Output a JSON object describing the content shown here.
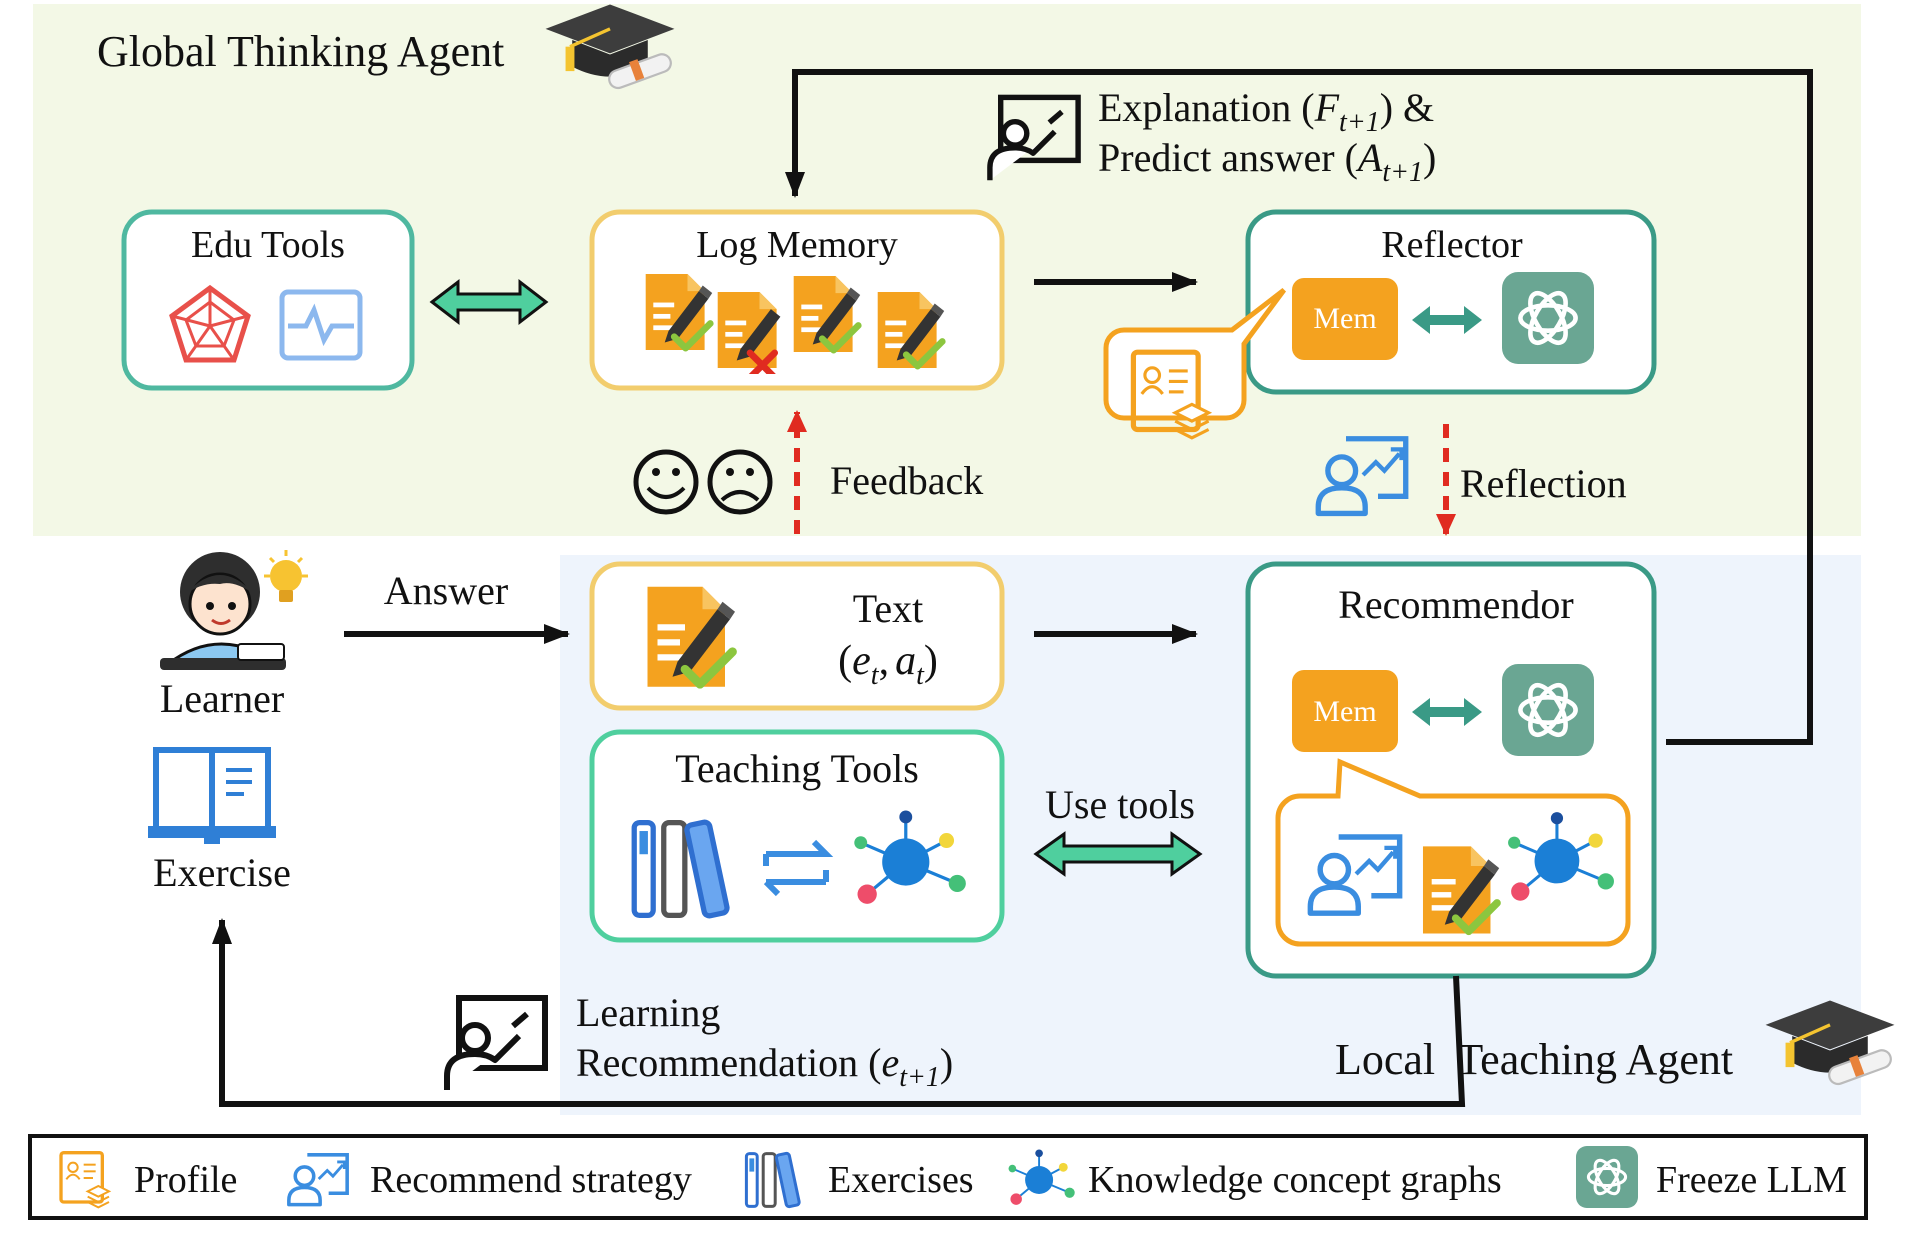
{
  "colors": {
    "global_bg": "#f3f8e6",
    "local_bg": "#eef4fc",
    "teal": "#4fb8a0",
    "teal_dark": "#3a9a86",
    "yellow": "#f2cd6d",
    "orange": "#f4a21f",
    "blue": "#3a8de0",
    "red": "#e02b20",
    "llm_green": "#6aa693"
  },
  "global_agent": {
    "title": "Global Thinking Agent"
  },
  "local_agent": {
    "title": "Local  Teaching Agent"
  },
  "edu_tools": {
    "title": "Edu Tools",
    "icons": [
      "knowledge-graph-icon",
      "line-chart-icon"
    ]
  },
  "log_memory": {
    "title": "Log Memory"
  },
  "reflector": {
    "title": "Reflector",
    "mem": "Mem"
  },
  "explanation": {
    "line1": "Explanation (",
    "f": "F",
    "f_sub": "t+1",
    "line1_end": ") &",
    "line2": "Predict answer (",
    "a": "A",
    "a_sub": "t+1",
    "line2_end": ")"
  },
  "feedback": {
    "label": "Feedback"
  },
  "reflection": {
    "label": "Reflection"
  },
  "learner": {
    "label": "Learner"
  },
  "exercise": {
    "label": "Exercise"
  },
  "answer": {
    "label": "Answer"
  },
  "text_box": {
    "title": "Text",
    "formula_open": "(",
    "e": "e",
    "e_sub": "t",
    "comma": ",",
    "a": "a",
    "a_sub": "t",
    "formula_close": ")"
  },
  "teaching_tools": {
    "title": "Teaching Tools"
  },
  "use_tools": {
    "label": "Use tools"
  },
  "recommendor": {
    "title": "Recommendor",
    "mem": "Mem"
  },
  "learning_rec": {
    "line1": "Learning",
    "line2": "Recommendation (",
    "e": "e",
    "e_sub": "t+1",
    "line2_end": ")"
  },
  "legend": {
    "items": [
      {
        "icon": "profile-icon",
        "label": "Profile"
      },
      {
        "icon": "recommend-strategy-icon",
        "label": "Recommend strategy"
      },
      {
        "icon": "exercises-icon",
        "label": "Exercises"
      },
      {
        "icon": "knowledge-graph-icon",
        "label": "Knowledge concept graphs"
      },
      {
        "icon": "llm-icon",
        "label": "Freeze LLM"
      }
    ]
  }
}
